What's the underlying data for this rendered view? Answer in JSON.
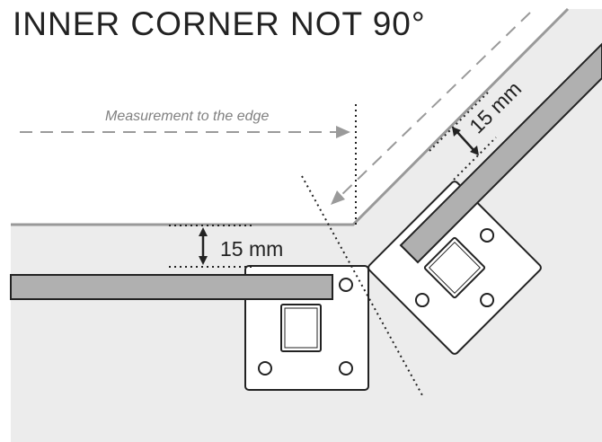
{
  "title": "INNER CORNER NOT 90°",
  "labels": {
    "measurement_note": "Measurement to the edge",
    "offset_horizontal": "15 mm",
    "offset_angled": "15 mm"
  },
  "colors": {
    "panel_fill": "#ececec",
    "panel_edge": "#999999",
    "rail_fill": "#b0b0b0",
    "bracket_fill": "#ffffff",
    "line_dark": "#222222",
    "arrow_gray": "#9a9a9a"
  }
}
